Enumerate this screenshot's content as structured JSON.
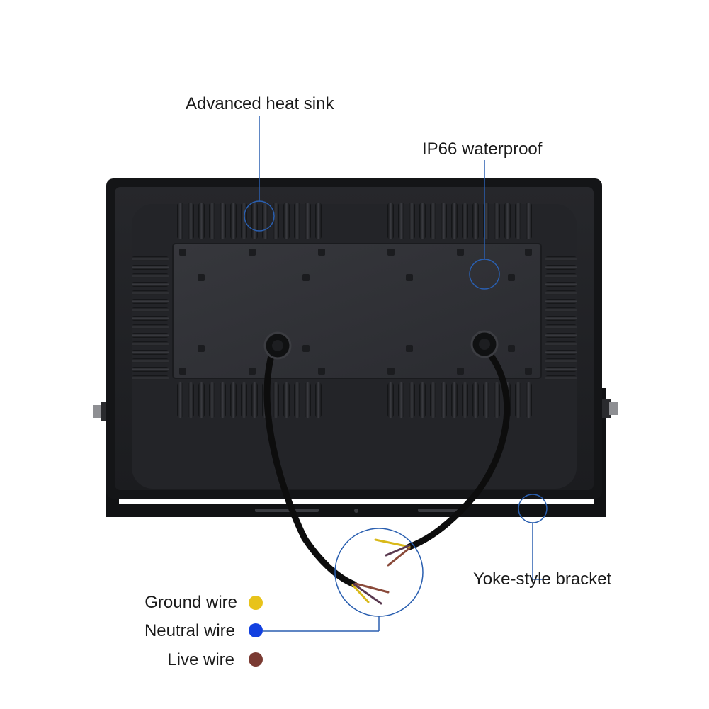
{
  "callouts": {
    "heat_sink": "Advanced heat sink",
    "waterproof": "IP66 waterproof",
    "bracket": "Yoke-style bracket"
  },
  "legend": [
    {
      "label": "Ground wire",
      "color": "#e8c31a"
    },
    {
      "label": "Neutral wire",
      "color": "#1240e0"
    },
    {
      "label": "Live wire",
      "color": "#7a3a32"
    }
  ],
  "colors": {
    "callout_line": "#2a5fb0",
    "body": "#1e1f22",
    "plate": "#2f3035",
    "cable": "#0d0d0d"
  }
}
